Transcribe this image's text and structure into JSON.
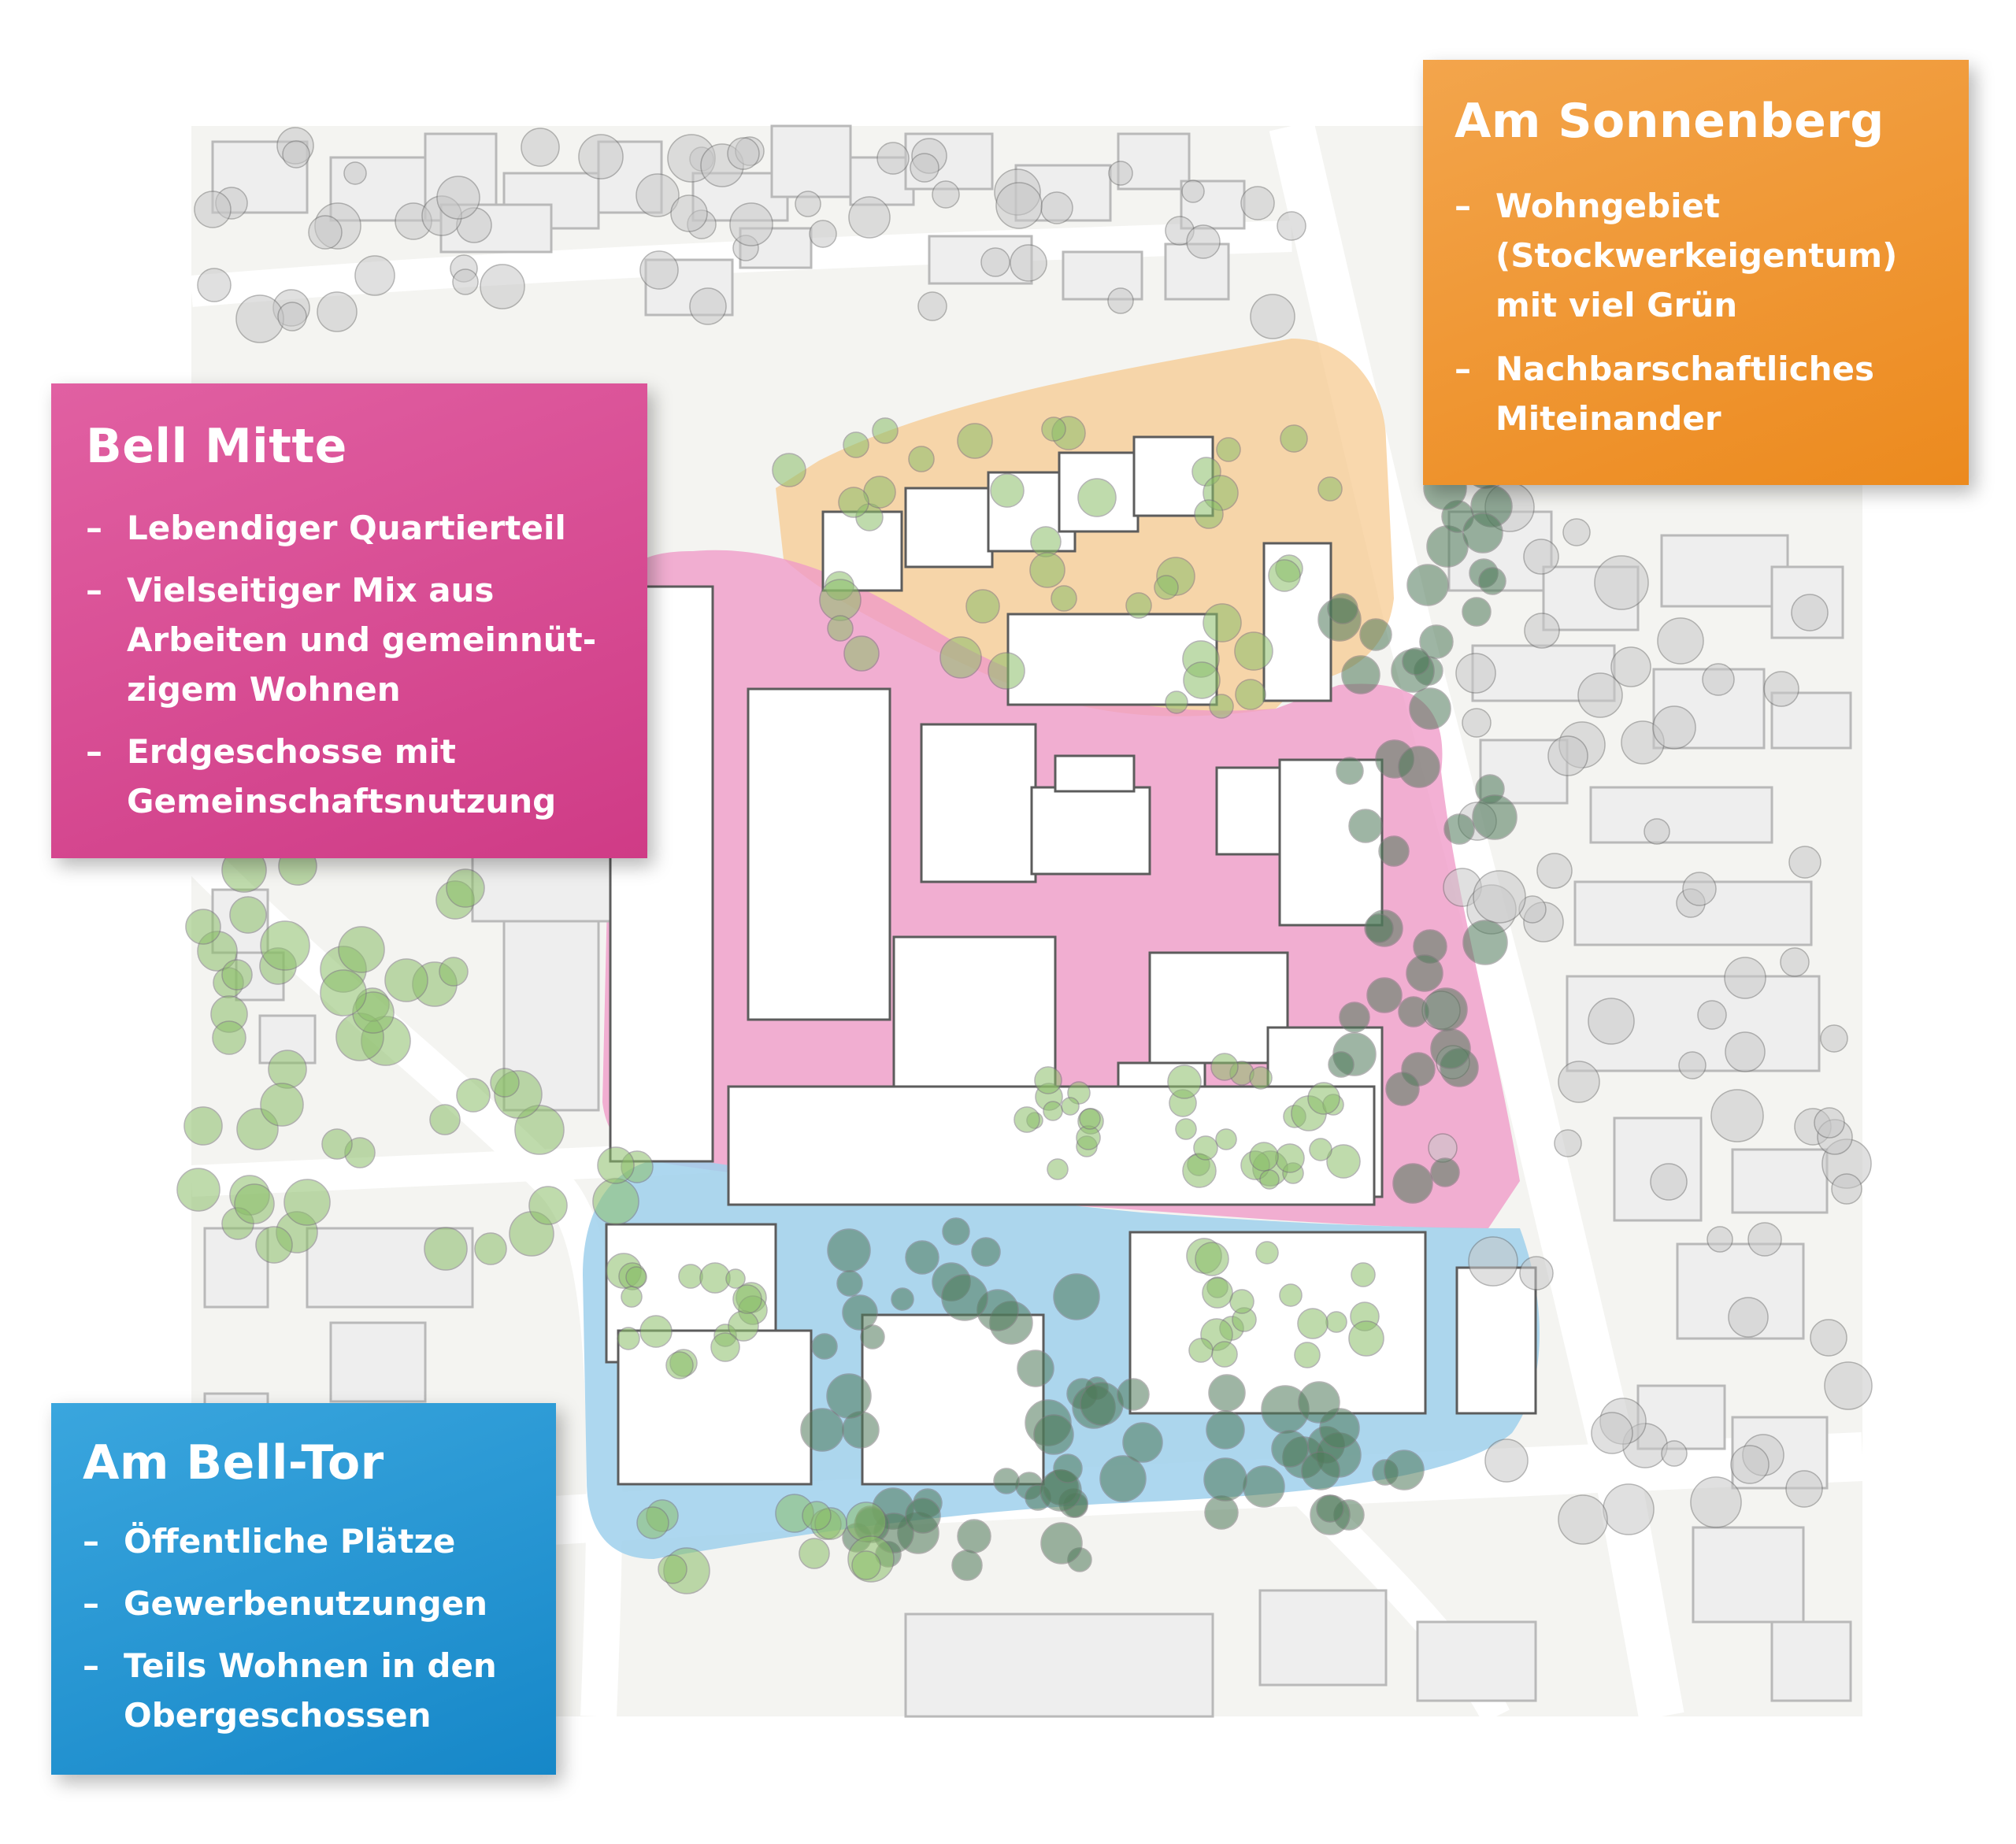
{
  "colors": {
    "bell_mitte": "#d9488f",
    "am_sonnenberg": "#ef9a35",
    "am_bell_tor": "#2b98d4",
    "zone_pink": "#ef9ac8",
    "zone_orange": "#f6c98e",
    "zone_blue": "#9fd0ec",
    "tree_green": "#8cbf6a",
    "tree_dark": "#4f7a5a",
    "tree_grey": "#c8c8c8",
    "building": "#ffffff",
    "context_building": "#eeeeee"
  },
  "areas": [
    {
      "id": "bell-mitte",
      "title": "Bell Mitte",
      "items": [
        "Lebendiger Quartierteil",
        "Vielseitiger Mix aus Arbeiten und gemeinnüt- zigem Wohnen",
        "Erdgeschosse mit Gemeinschaftsnutzung"
      ]
    },
    {
      "id": "am-sonnenberg",
      "title": "Am Sonnenberg",
      "items": [
        "Wohngebiet (Stockwerkeigentum) mit viel Grün",
        "Nachbarschaftliches Miteinander"
      ]
    },
    {
      "id": "am-bell-tor",
      "title": "Am Bell-Tor",
      "items": [
        "Öffentliche Plätze",
        "Gewerbenutzungen",
        "Teils Wohnen in den Obergeschossen"
      ]
    }
  ],
  "dash": "–"
}
